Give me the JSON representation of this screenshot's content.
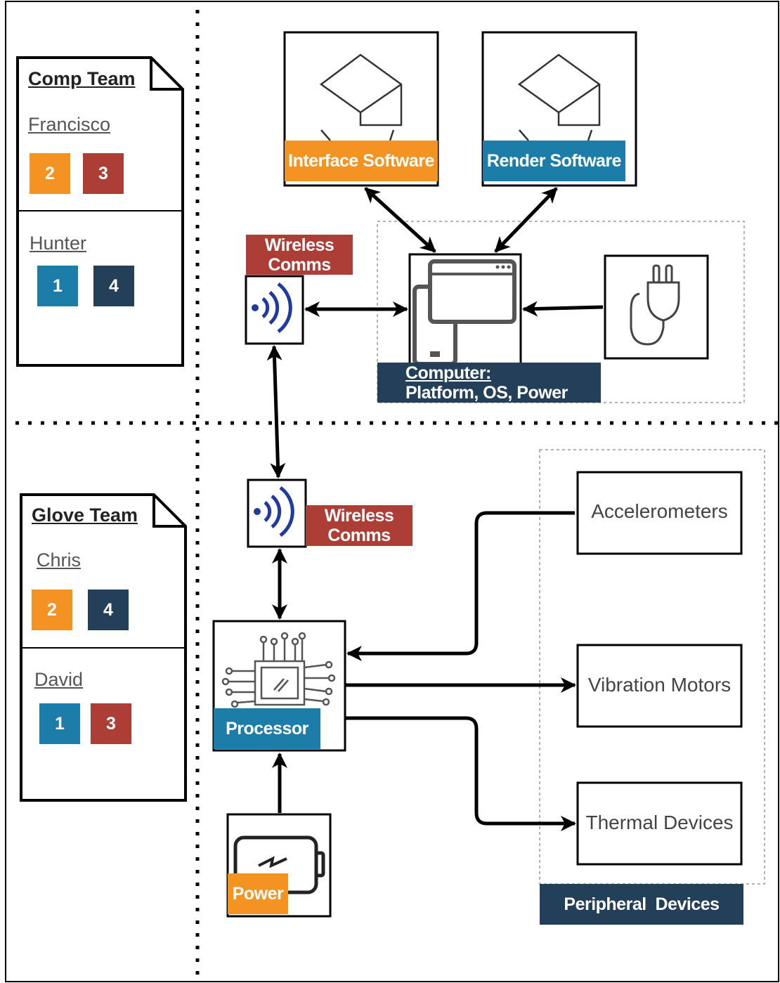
{
  "colors": {
    "orange": "#f29322",
    "red": "#ad3e36",
    "blue": "#1c7ea8",
    "navy": "#243f58",
    "signal_blue": "#1f3aa0"
  },
  "comp_team": {
    "title": "Comp Team",
    "members": [
      {
        "name": "Francisco",
        "badges": [
          "2",
          "3"
        ]
      },
      {
        "name": "Hunter",
        "badges": [
          "1",
          "4"
        ]
      }
    ]
  },
  "glove_team": {
    "title": "Glove Team",
    "members": [
      {
        "name": "Chris",
        "badges": [
          "2",
          "4"
        ]
      },
      {
        "name": "David",
        "badges": [
          "1",
          "3"
        ]
      }
    ]
  },
  "software": {
    "interface": "Interface Software",
    "render": "Render Software"
  },
  "computer": {
    "line1": "Computer:",
    "line2": "Platform, OS, Power"
  },
  "wireless": {
    "line1": "Wireless",
    "line2": "Comms"
  },
  "processor": "Processor",
  "power": "Power",
  "peripherals": {
    "accelerometers": "Accelerometers",
    "vibration": "Vibration Motors",
    "thermal": "Thermal Devices",
    "group_label": "Peripheral  Devices"
  },
  "icons": [
    "box-icon",
    "computer-phone-icon",
    "power-plug-icon",
    "wireless-signal-icon",
    "chip-icon",
    "battery-icon"
  ]
}
